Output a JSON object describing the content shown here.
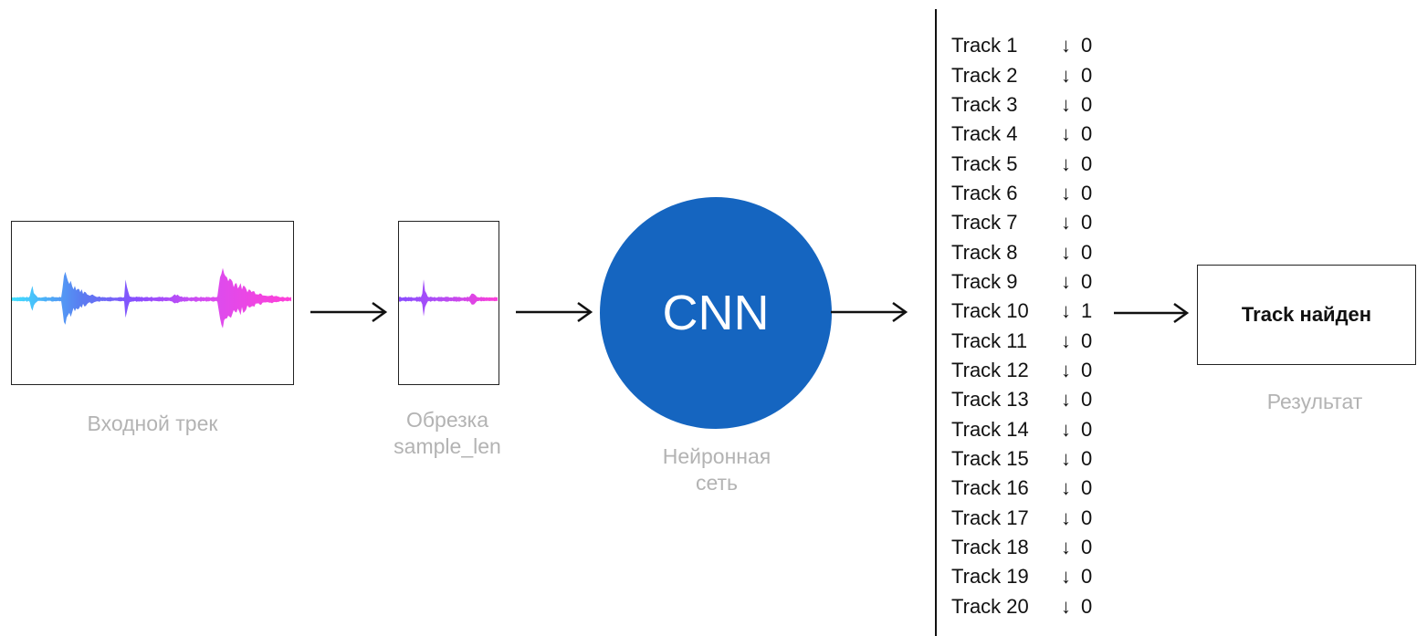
{
  "input": {
    "caption": "Входной трек"
  },
  "crop": {
    "caption_line1": "Обрезка",
    "caption_line2": "sample_len"
  },
  "network": {
    "label": "CNN",
    "caption_line1": "Нейронная",
    "caption_line2": "сеть",
    "color": "#1565c0"
  },
  "tracks": [
    {
      "name": "Track 1",
      "arrow": "↓",
      "value": "0"
    },
    {
      "name": "Track 2",
      "arrow": "↓",
      "value": "0"
    },
    {
      "name": "Track 3",
      "arrow": "↓",
      "value": "0"
    },
    {
      "name": "Track 4",
      "arrow": "↓",
      "value": "0"
    },
    {
      "name": "Track 5",
      "arrow": "↓",
      "value": "0"
    },
    {
      "name": "Track 6",
      "arrow": "↓",
      "value": "0"
    },
    {
      "name": "Track 7",
      "arrow": "↓",
      "value": "0"
    },
    {
      "name": "Track 8",
      "arrow": "↓",
      "value": "0"
    },
    {
      "name": "Track 9",
      "arrow": "↓",
      "value": "0"
    },
    {
      "name": "Track 10",
      "arrow": "↓",
      "value": "1"
    },
    {
      "name": "Track 11",
      "arrow": "↓",
      "value": "0"
    },
    {
      "name": "Track 12",
      "arrow": "↓",
      "value": "0"
    },
    {
      "name": "Track 13",
      "arrow": "↓",
      "value": "0"
    },
    {
      "name": "Track 14",
      "arrow": "↓",
      "value": "0"
    },
    {
      "name": "Track 15",
      "arrow": "↓",
      "value": "0"
    },
    {
      "name": "Track 16",
      "arrow": "↓",
      "value": "0"
    },
    {
      "name": "Track 17",
      "arrow": "↓",
      "value": "0"
    },
    {
      "name": "Track 18",
      "arrow": "↓",
      "value": "0"
    },
    {
      "name": "Track 19",
      "arrow": "↓",
      "value": "0"
    },
    {
      "name": "Track 20",
      "arrow": "↓",
      "value": "0"
    }
  ],
  "result": {
    "text": "Track найден",
    "caption": "Результат"
  },
  "colors": {
    "wave_start": "#40e0ff",
    "wave_mid": "#8a4dff",
    "wave_end": "#ff3fd8"
  }
}
